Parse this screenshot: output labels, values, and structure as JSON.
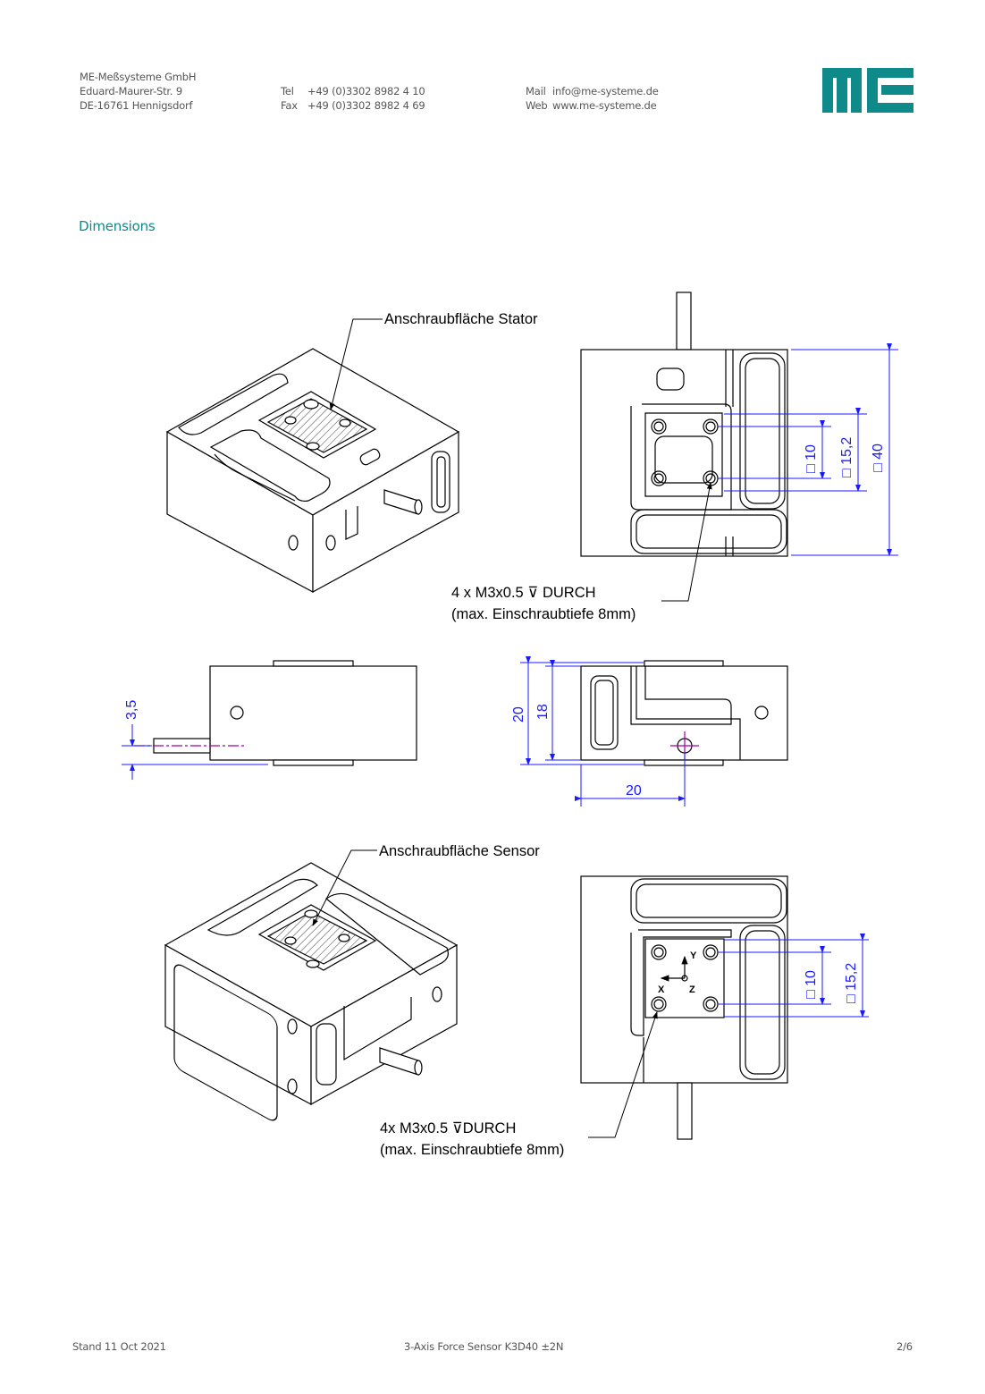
{
  "header": {
    "company": "ME-Meßsysteme GmbH",
    "street": "Eduard-Maurer-Str. 9",
    "city": "DE-16761 Hennigsdorf",
    "tel_label": "Tel",
    "tel": "+49 (0)3302 8982 4 10",
    "fax_label": "Fax",
    "fax": "+49 (0)3302 8982 4 69",
    "mail_label": "Mail",
    "mail": "info@me-systeme.de",
    "web_label": "Web",
    "web": "www.me-systeme.de"
  },
  "section_title": "Dimensions",
  "drawing": {
    "callout_stator": "Anschraubfläche Stator",
    "callout_sensor": "Anschraubfläche Sensor",
    "note_top_1": "4 x M3x0.5 ⊽ DURCH",
    "note_top_2": "(max. Einschraubtiefe 8mm)",
    "note_bottom_1": "4x M3x0.5 ⊽DURCH",
    "note_bottom_2": "(max. Einschraubtiefe 8mm)",
    "dim_sq10": "□ 10",
    "dim_sq15_2": "□ 15,2",
    "dim_sq40": "□ 40",
    "dim_3_5": "3,5",
    "dim_20_v": "20",
    "dim_18": "18",
    "dim_20_h": "20",
    "dim_sq10_b": "□ 10",
    "dim_sq15_2_b": "□ 15,2",
    "axis_y": "Y",
    "axis_x": "X",
    "axis_z": "Z"
  },
  "footer": {
    "date": "Stand 11 Oct 2021",
    "product": "3-Axis Force Sensor K3D40 ±2N",
    "page": "2/6"
  },
  "colors": {
    "brand": "#0e8a8a",
    "dimension": "#1a1aff",
    "centerline": "#a000a0"
  }
}
